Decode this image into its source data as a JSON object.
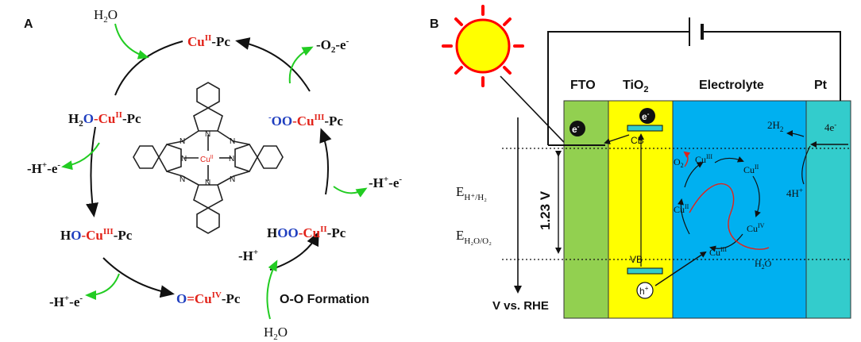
{
  "panel_a": {
    "label": "A",
    "species": {
      "cu2_pc": {
        "metal": "Cu",
        "ox": "II",
        "suffix": "-Pc"
      },
      "h2o_cu2": {
        "prefix_h": "H",
        "prefix_sub": "2",
        "prefix_o": "O",
        "dash": "-",
        "metal": "Cu",
        "ox": "II",
        "suffix": "-Pc"
      },
      "ho_cu3": {
        "prefix_h": "H",
        "prefix_o": "O",
        "dash": "-",
        "metal": "Cu",
        "ox": "III",
        "suffix": "-Pc"
      },
      "o_cu4": {
        "prefix_o": "O",
        "eq": "=",
        "metal": "Cu",
        "ox": "IV",
        "suffix": "-Pc"
      },
      "hoo_cu2": {
        "prefix_h": "H",
        "prefix_o": "OO",
        "dash": "-",
        "metal": "Cu",
        "ox": "II",
        "suffix": "-Pc"
      },
      "oo_cu3": {
        "minus": "-",
        "prefix_o": "OO",
        "dash": "-",
        "metal": "Cu",
        "ox": "III",
        "suffix": "-Pc"
      }
    },
    "steps": {
      "h2o_in_top": {
        "a": "H",
        "sub": "2",
        "b": "O"
      },
      "loss_1": {
        "a": "-H",
        "sup1": "+",
        "b": "-e",
        "sup2": "-"
      },
      "loss_2": {
        "a": "-H",
        "sup1": "+",
        "b": "-e",
        "sup2": "-"
      },
      "loss_3": {
        "a": "-H",
        "sup1": "+"
      },
      "h2o_in_bottom": {
        "a": "H",
        "sub": "2",
        "b": "O"
      },
      "loss_4": {
        "a": "-H",
        "sup1": "+",
        "b": "-e",
        "sup2": "-"
      },
      "loss_5": {
        "a": "-O",
        "sub": "2",
        "b": "-e",
        "sup2": "-"
      }
    },
    "oo_formation": "O-O Formation",
    "molecule": {
      "n_label": "N",
      "center_metal": "Cu",
      "center_ox": "II"
    }
  },
  "panel_b": {
    "label": "B",
    "layers": {
      "fto": "FTO",
      "tio2": {
        "a": "TiO",
        "sub": "2"
      },
      "electrolyte": "Electrolyte",
      "pt": "Pt"
    },
    "bands": {
      "cb": "CB",
      "vb": "VB"
    },
    "carriers": {
      "electron": "e",
      "electron_sup": "-",
      "hole": "h",
      "hole_sup": "+"
    },
    "potentials": {
      "e_h": {
        "e": "E",
        "sub": "H⁺/H₂"
      },
      "e_o": {
        "e": "E",
        "sub": "H₂O/O₂"
      },
      "gap": "1.23 V",
      "axis": "V vs. RHE"
    },
    "pt_side": {
      "h2": {
        "a": "2H",
        "sub": "2"
      },
      "e4": {
        "a": "4e",
        "sup": "-"
      },
      "h4": {
        "a": "4H",
        "sup": "+"
      }
    },
    "electrolyte_labels": {
      "o2": {
        "a": "O",
        "sub": "2"
      },
      "h2o": {
        "a": "H",
        "sub": "2",
        "b": "O"
      },
      "cu": "Cu",
      "cu_top": "III",
      "cu_right": "II",
      "cu_left": "II",
      "cu_br": "IV",
      "cu_bottom": "III"
    },
    "colors": {
      "fto": "#92d050",
      "tio2": "#ffff00",
      "electrolyte": "#00b0f0",
      "pt": "#33cccc",
      "band": "#33cccc",
      "sun": "#ffff00",
      "sun_rays": "#ff0000"
    }
  },
  "colors": {
    "red": "#e2231a",
    "blue": "#1f3ebf",
    "green_arrow": "#22cc22",
    "black": "#111111"
  }
}
